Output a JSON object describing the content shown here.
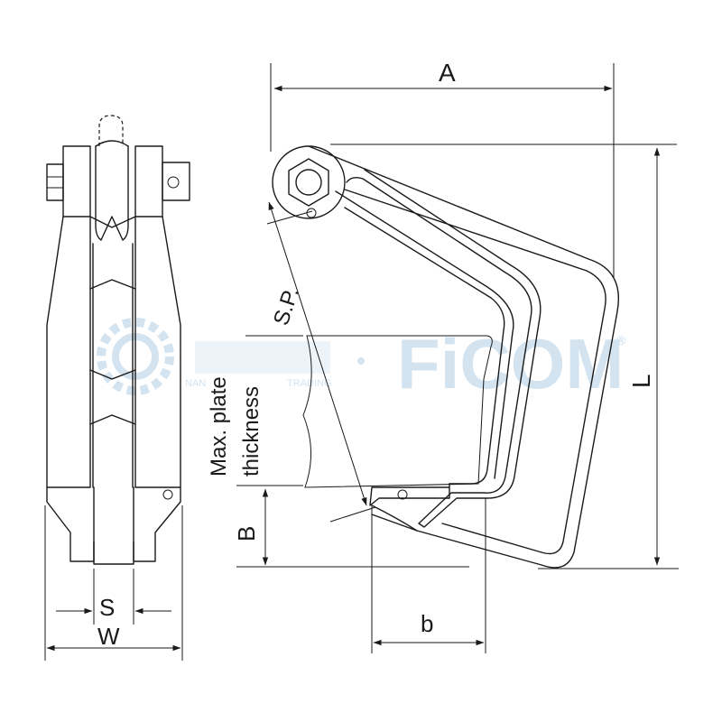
{
  "labels": {
    "A": "A",
    "L": "L",
    "B": "B",
    "b": "b",
    "S": "S",
    "W": "W",
    "sp": "S.P.",
    "max_plate_line1": "Max. plate",
    "max_plate_line2": "thickness"
  },
  "watermark": {
    "brand": "FiCOM",
    "registered": "®",
    "tagline_left": "NAN",
    "tagline_right": "TRADING",
    "color": "#cfe0ee"
  },
  "colors": {
    "line": "#1a1a1a",
    "background": "#ffffff"
  }
}
